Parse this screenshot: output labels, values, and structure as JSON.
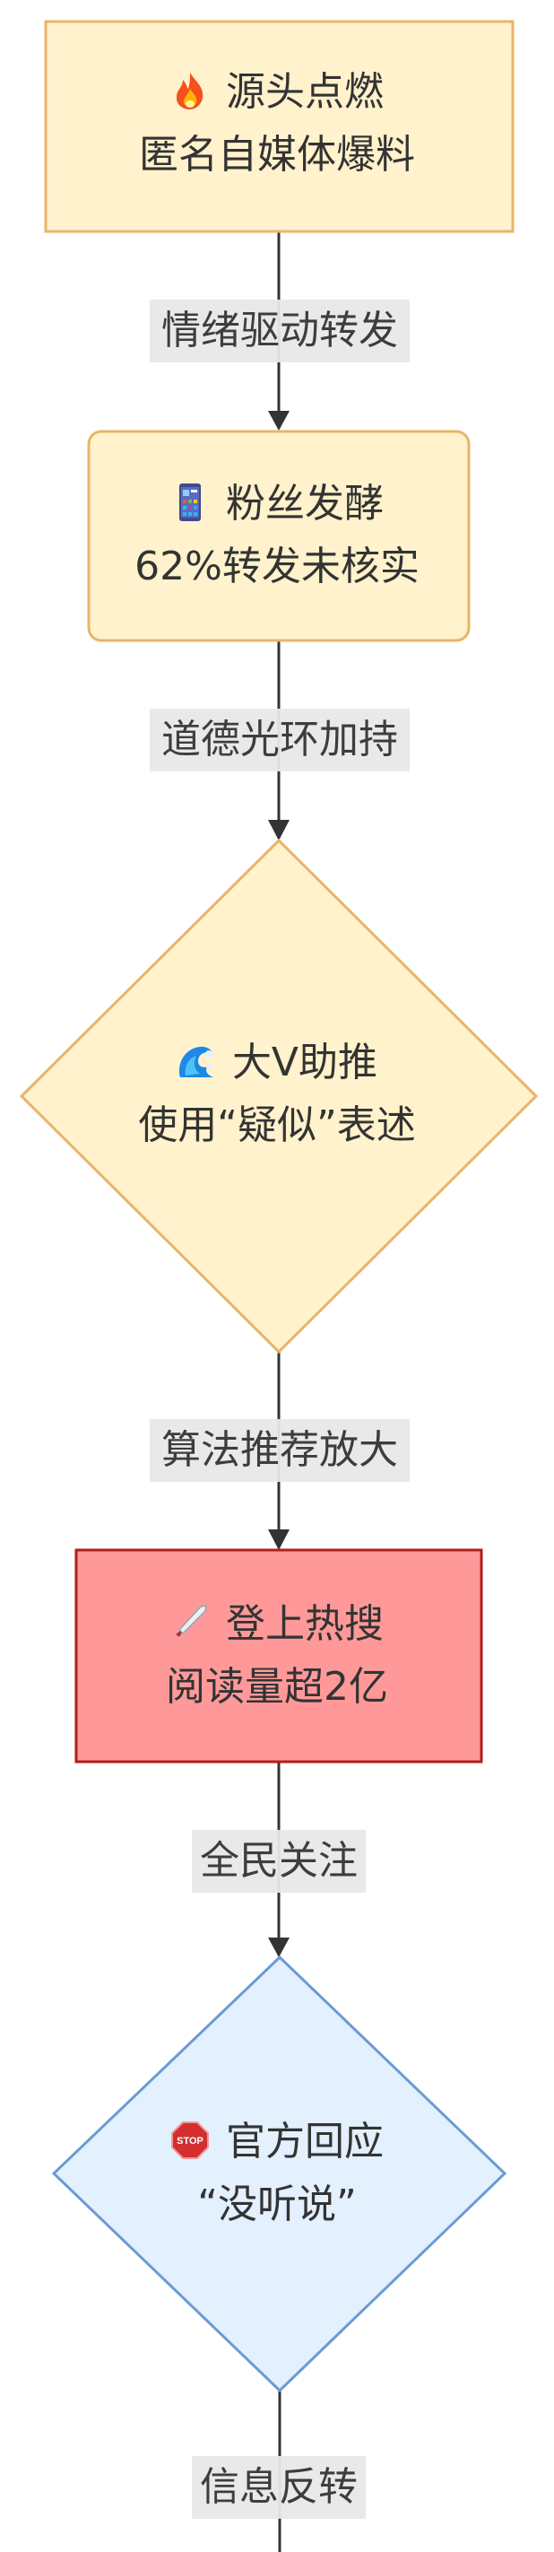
{
  "nodes": [
    {
      "icon": "fire-icon",
      "title": "源头点燃",
      "subtitle": "匿名自媒体爆料"
    },
    {
      "icon": "mobile-phone-icon",
      "title": "粉丝发酵",
      "subtitle": "62%转发未核实"
    },
    {
      "icon": "water-wave-icon",
      "title": "大V助推",
      "subtitle": "使用“疑似”表述"
    },
    {
      "icon": "rocket-icon",
      "title": "登上热搜",
      "subtitle": "阅读量超2亿"
    },
    {
      "icon": "stop-sign-icon",
      "title": "官方回应",
      "subtitle": "“没听说”"
    }
  ],
  "edges": [
    {
      "label": "情绪驱动转发"
    },
    {
      "label": "道德光环加持"
    },
    {
      "label": "算法推荐放大"
    },
    {
      "label": "全民关注"
    },
    {
      "label": "信息反转"
    }
  ],
  "colors": {
    "yellow_fill": "#fff2cc",
    "yellow_stroke": "#e9b46a",
    "red_fill": "#ff9999",
    "red_stroke": "#b21d1d",
    "blue_fill": "#e3f0fd",
    "blue_stroke": "#6c9bd2",
    "edge": "#333333",
    "label_bg": "#e8e8e8"
  }
}
